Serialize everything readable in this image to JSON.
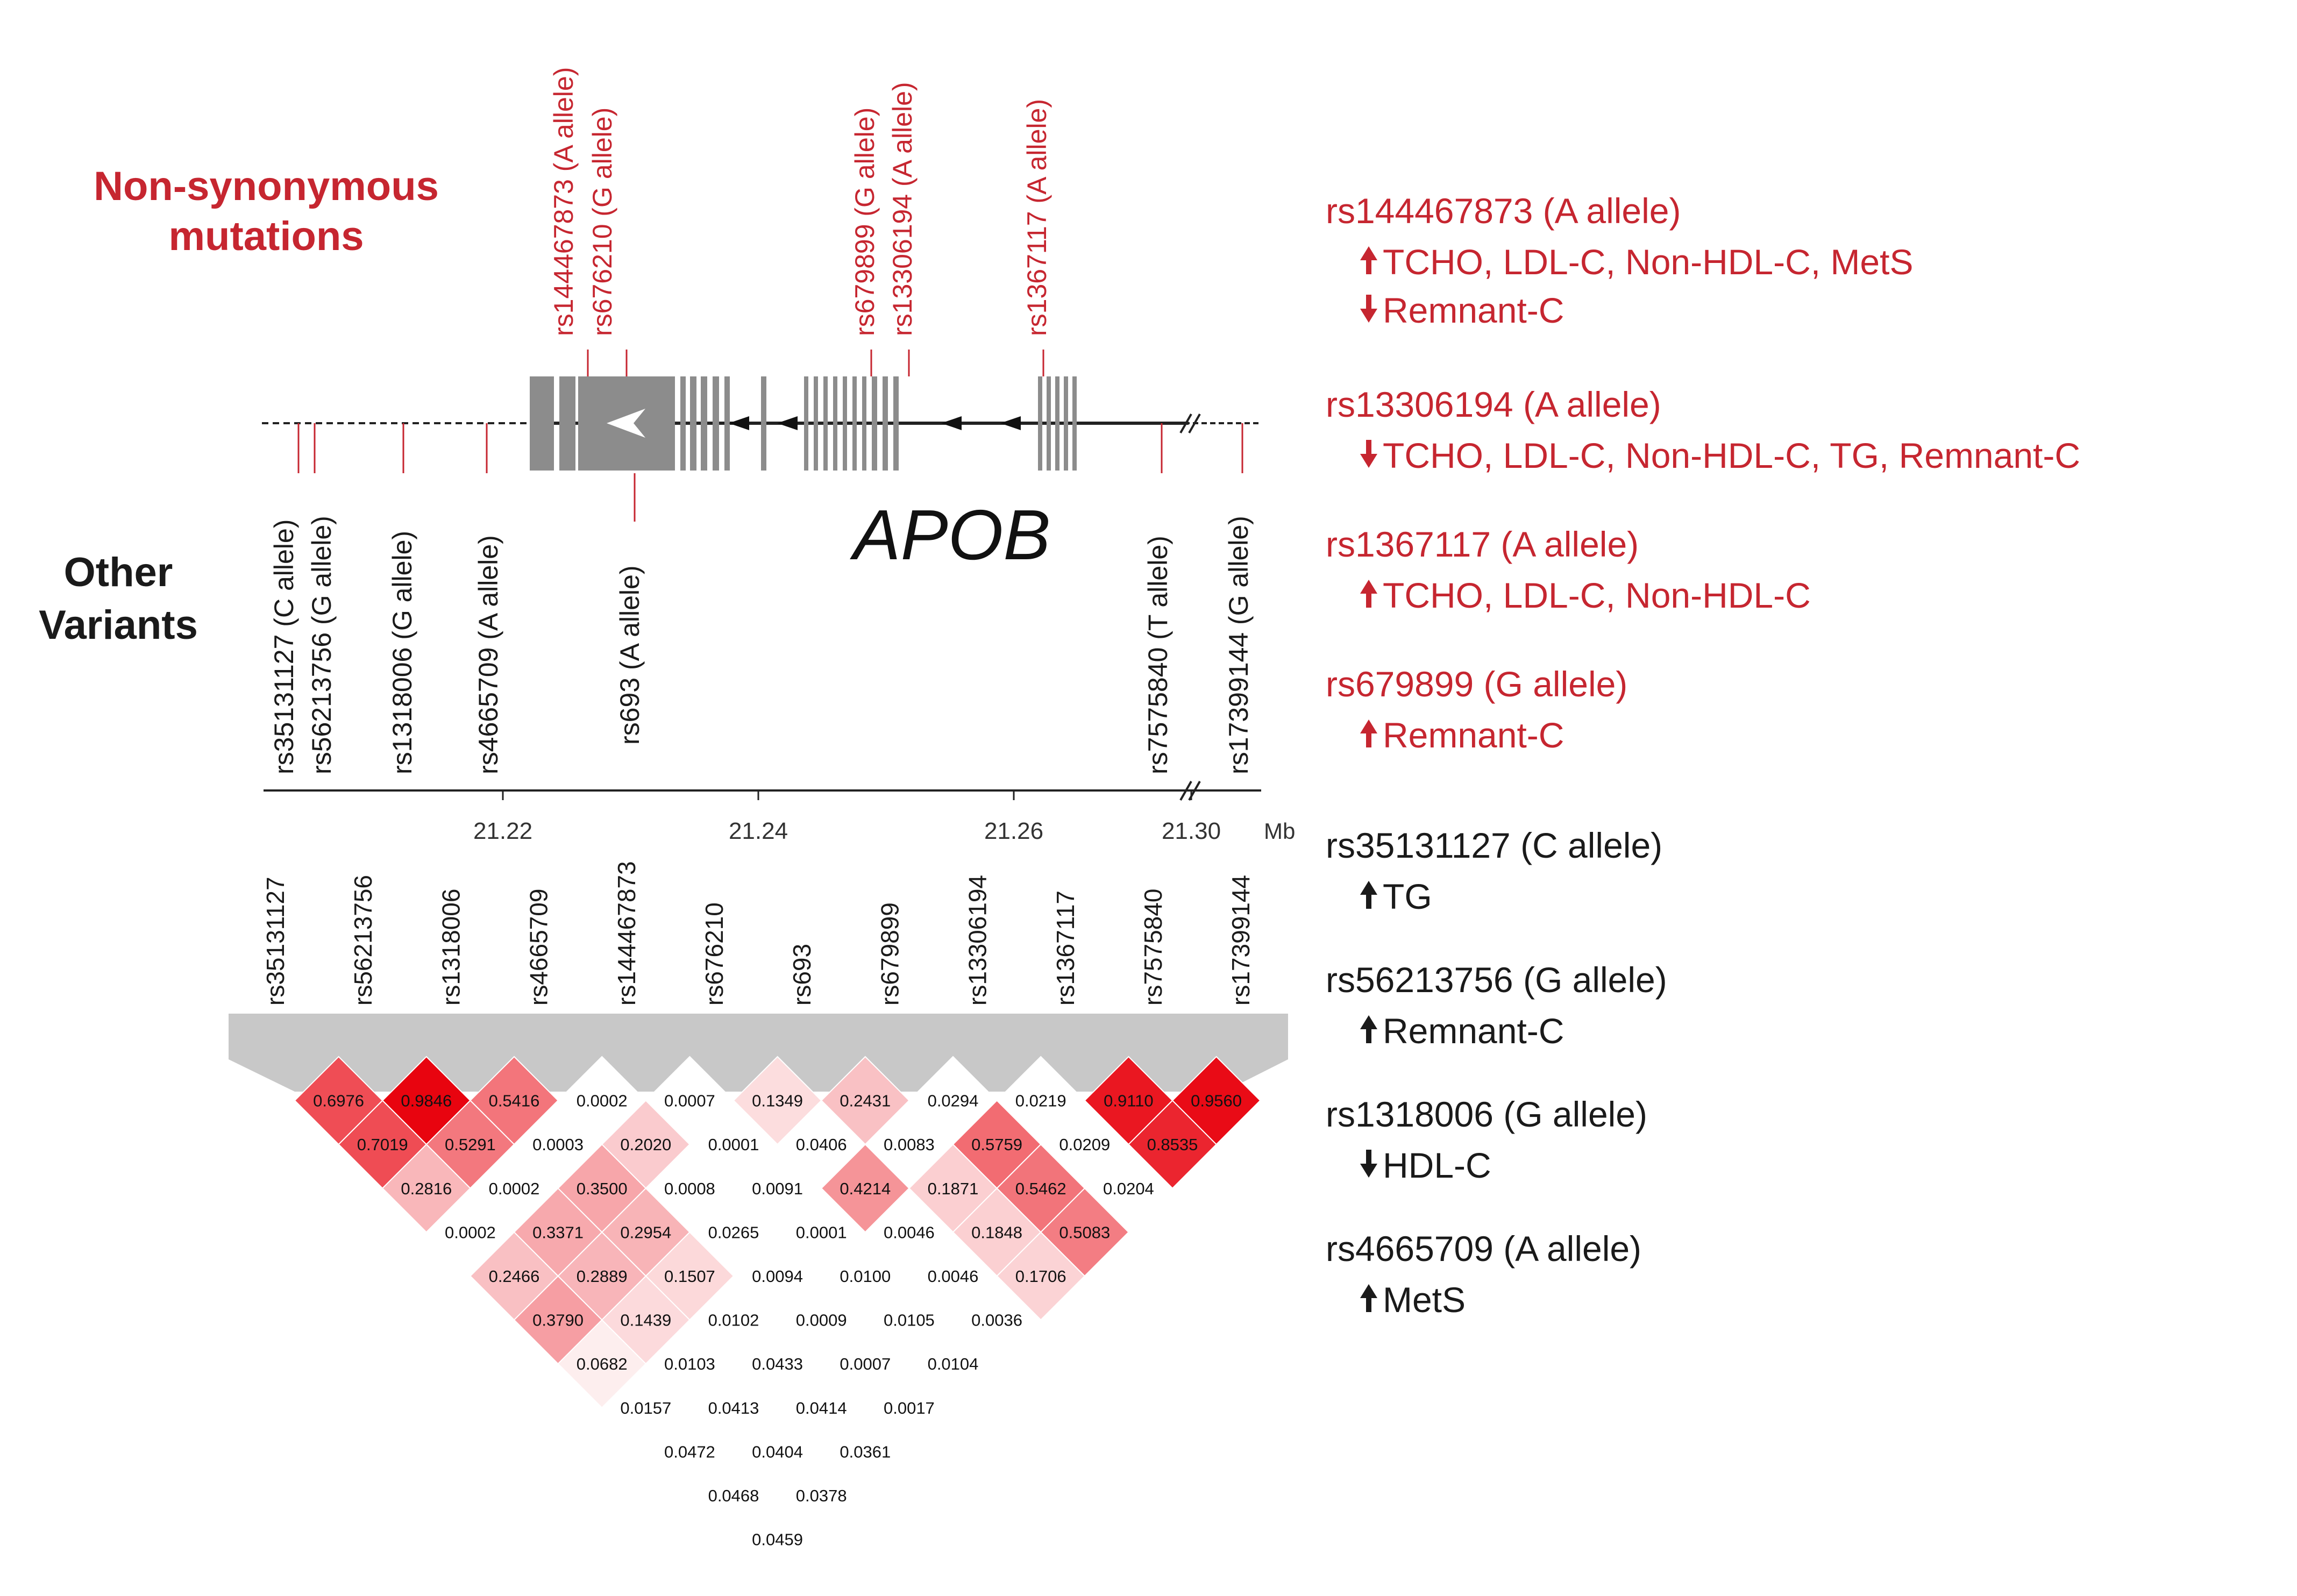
{
  "colors": {
    "red_text": "#c62630",
    "black_text": "#1a1a1a",
    "gene_gray": "#8c8c8c",
    "band_gray": "#c8c8c8",
    "ld_white": "#ffffff",
    "ld_red": "#e8000b"
  },
  "headings": {
    "nonsyn_line1": "Non-synonymous",
    "nonsyn_line2": "mutations",
    "other_line1": "Other",
    "other_line2": "Variants"
  },
  "gene": {
    "name": "APOB"
  },
  "axis": {
    "ticks": [
      "21.22",
      "21.24",
      "21.26",
      "21.30"
    ],
    "unit": "Mb"
  },
  "top_snps": [
    "rs144467873  (A allele)",
    "rs676210  (G allele)",
    "rs679899  (G allele)",
    "rs13306194  (A allele)",
    "rs1367117  (A allele)"
  ],
  "bottom_snps": [
    "rs35131127 (C allele)",
    "rs56213756 (G allele)",
    "rs1318006 (G allele)",
    "rs4665709 (A allele)",
    "rs693 (A allele)",
    "rs7575840 (T allele)",
    "rs17399144 (G allele)"
  ],
  "ld_snps": [
    "rs35131127",
    "rs56213756",
    "rs1318006",
    "rs4665709",
    "rs144467873",
    "rs676210",
    "rs693",
    "rs679899",
    "rs13306194",
    "rs1367117",
    "rs7575840",
    "rs17399144"
  ],
  "ld_rows": [
    [
      "0.6976",
      "0.9846",
      "0.5416",
      "0.0002",
      "0.0007",
      "0.1349",
      "0.2431",
      "0.0294",
      "0.0219",
      "0.9110",
      "0.9560"
    ],
    [
      "0.7019",
      "0.5291",
      "0.0003",
      "0.2020",
      "0.0001",
      "0.0406",
      "0.0083",
      "0.5759",
      "0.0209",
      "0.8535"
    ],
    [
      "0.2816",
      "0.0002",
      "0.3500",
      "0.0008",
      "0.0091",
      "0.4214",
      "0.1871",
      "0.5462",
      "0.0204"
    ],
    [
      "0.0002",
      "0.3371",
      "0.2954",
      "0.0265",
      "0.0001",
      "0.0046",
      "0.1848",
      "0.5083"
    ],
    [
      "0.2466",
      "0.2889",
      "0.1507",
      "0.0094",
      "0.0100",
      "0.0046",
      "0.1706"
    ],
    [
      "0.3790",
      "0.1439",
      "0.0102",
      "0.0009",
      "0.0105",
      "0.0036"
    ],
    [
      "0.0682",
      "0.0103",
      "0.0433",
      "0.0007",
      "0.0104"
    ],
    [
      "0.0157",
      "0.0413",
      "0.0414",
      "0.0017"
    ],
    [
      "0.0472",
      "0.0404",
      "0.0361"
    ],
    [
      "0.0468",
      "0.0378"
    ],
    [
      "0.0459"
    ]
  ],
  "legend": [
    {
      "snp": "rs144467873 (A allele)",
      "color": "red",
      "effects": [
        {
          "dir": "up",
          "text": "TCHO, LDL-C, Non-HDL-C, MetS"
        },
        {
          "dir": "down",
          "text": "Remnant-C"
        }
      ]
    },
    {
      "snp": "rs13306194 (A allele)",
      "color": "red",
      "effects": [
        {
          "dir": "down",
          "text": "TCHO, LDL-C, Non-HDL-C, TG, Remnant-C"
        }
      ]
    },
    {
      "snp": "rs1367117 (A allele)",
      "color": "red",
      "effects": [
        {
          "dir": "up",
          "text": "TCHO, LDL-C, Non-HDL-C"
        }
      ]
    },
    {
      "snp": "rs679899 (G allele)",
      "color": "red",
      "effects": [
        {
          "dir": "up",
          "text": "Remnant-C"
        }
      ]
    },
    {
      "snp": "rs35131127 (C allele)",
      "color": "black",
      "effects": [
        {
          "dir": "up",
          "text": "TG"
        }
      ]
    },
    {
      "snp": "rs56213756 (G allele)",
      "color": "black",
      "effects": [
        {
          "dir": "up",
          "text": "Remnant-C"
        }
      ]
    },
    {
      "snp": "rs1318006 (G allele)",
      "color": "black",
      "effects": [
        {
          "dir": "down",
          "text": "HDL-C"
        }
      ]
    },
    {
      "snp": "rs4665709 (A allele)",
      "color": "black",
      "effects": [
        {
          "dir": "up",
          "text": "MetS"
        }
      ]
    }
  ]
}
